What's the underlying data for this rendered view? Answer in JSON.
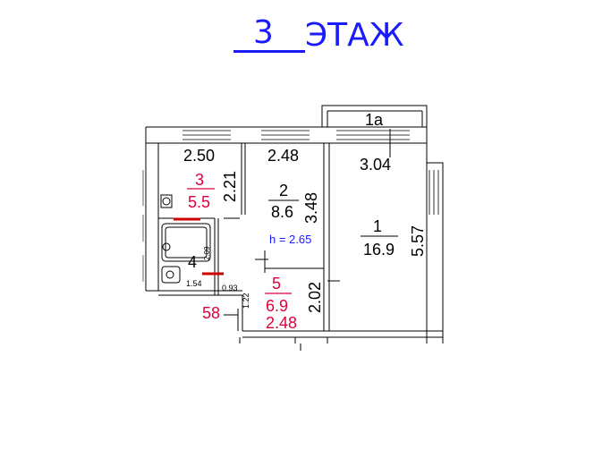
{
  "title": {
    "floor_number": "3",
    "floor_word": "ЭТАЖ"
  },
  "rooms": {
    "r1a": {
      "number": "1а",
      "width": "3.04"
    },
    "r1": {
      "number": "1",
      "area": "16.9",
      "height": "5.57"
    },
    "r2": {
      "number": "2",
      "area": "8.6",
      "width": "2.48",
      "height": "3.48",
      "ceiling": "h = 2.65"
    },
    "r3": {
      "number": "3",
      "area": "5.5",
      "width": "2.50",
      "height": "2.21"
    },
    "r4": {
      "number": "4",
      "width": "1.54",
      "height": "2.09"
    },
    "r5": {
      "number": "5",
      "area": "6.9",
      "width": "2.48",
      "height": "2.02"
    },
    "corridor": {
      "width": "0.93",
      "height": "1.22"
    },
    "apartment": {
      "number": "58"
    }
  },
  "colors": {
    "title": "#1a1aff",
    "red_label": "#e0003c",
    "red_mark": "#cc0000",
    "black": "#000000",
    "blue_label": "#1a1aff"
  }
}
